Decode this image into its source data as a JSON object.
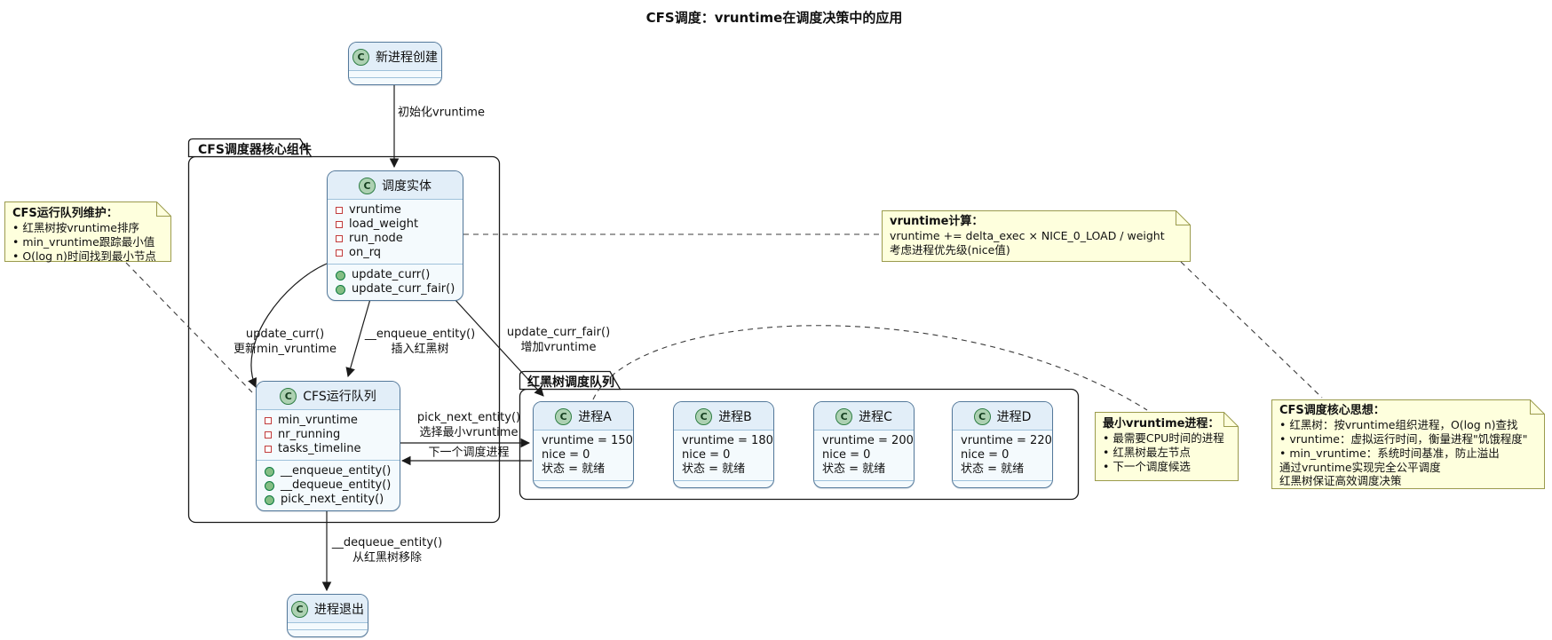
{
  "title": "CFS调度：vruntime在调度决策中的应用",
  "packages": {
    "core": {
      "label": "CFS调度器核心组件"
    },
    "rbtree": {
      "label": "红黑树调度队列"
    }
  },
  "classes": {
    "new_process": {
      "stereotype": "C",
      "name": "新进程创建"
    },
    "sched_entity": {
      "stereotype": "C",
      "name": "调度实体",
      "fields": [
        "vruntime",
        "load_weight",
        "run_node",
        "on_rq"
      ],
      "methods": [
        "update_curr()",
        "update_curr_fair()"
      ]
    },
    "cfs_runqueue": {
      "stereotype": "C",
      "name": "CFS运行队列",
      "fields": [
        "min_vruntime",
        "nr_running",
        "tasks_timeline"
      ],
      "methods": [
        "__enqueue_entity()",
        "__dequeue_entity()",
        "pick_next_entity()"
      ]
    },
    "process_exit": {
      "stereotype": "C",
      "name": "进程退出"
    }
  },
  "processes": [
    {
      "stereotype": "C",
      "name": "进程A",
      "lines": [
        "vruntime = 150",
        "nice = 0",
        "状态 = 就绪"
      ]
    },
    {
      "stereotype": "C",
      "name": "进程B",
      "lines": [
        "vruntime = 180",
        "nice = 0",
        "状态 = 就绪"
      ]
    },
    {
      "stereotype": "C",
      "name": "进程C",
      "lines": [
        "vruntime = 200",
        "nice = 0",
        "状态 = 就绪"
      ]
    },
    {
      "stereotype": "C",
      "name": "进程D",
      "lines": [
        "vruntime = 220",
        "nice = 0",
        "状态 = 就绪"
      ]
    }
  ],
  "edges": {
    "init": {
      "lines": [
        "初始化vruntime"
      ]
    },
    "update_curr": {
      "lines": [
        "update_curr()",
        "更新min_vruntime"
      ]
    },
    "enqueue": {
      "lines": [
        "__enqueue_entity()",
        "插入红黑树"
      ]
    },
    "update_curr_fair": {
      "lines": [
        "update_curr_fair()",
        "增加vruntime"
      ]
    },
    "pick_next": {
      "lines": [
        "pick_next_entity()",
        "选择最小vruntime"
      ]
    },
    "next_proc": {
      "lines": [
        "下一个调度进程"
      ]
    },
    "dequeue": {
      "lines": [
        "__dequeue_entity()",
        "从红黑树移除"
      ]
    }
  },
  "notes": {
    "rq_maintain": {
      "title": "CFS运行队列维护：",
      "lines": [
        "• 红黑树按vruntime排序",
        "• min_vruntime跟踪最小值",
        "• O(log n)时间找到最小节点"
      ]
    },
    "vruntime_calc": {
      "title": "vruntime计算：",
      "lines": [
        "vruntime += delta_exec × NICE_0_LOAD / weight",
        "考虑进程优先级(nice值)"
      ]
    },
    "min_vruntime": {
      "title": "最小vruntime进程：",
      "lines": [
        "• 最需要CPU时间的进程",
        "• 红黑树最左节点",
        "• 下一个调度候选"
      ]
    },
    "core_idea": {
      "title": "CFS调度核心思想：",
      "lines": [
        "• 红黑树：按vruntime组织进程，O(log n)查找",
        "• vruntime：虚拟运行时间，衡量进程\"饥饿程度\"",
        "• min_vruntime：系统时间基准，防止溢出",
        "通过vruntime实现完全公平调度",
        "红黑树保证高效调度决策"
      ]
    }
  },
  "palette": {
    "class_header_fill": "#E2EEF8",
    "class_body_fill": "#F4FAFD",
    "class_border": "#54799B",
    "stereotype_circle": "#ADD1B2",
    "field_icon": "#C13B3B",
    "method_icon": "#84BE84",
    "note_fill": "#FEFFDD",
    "note_border": "#9B9B4D",
    "package_border": "#1A1A1A",
    "edge_color": "#1A1A1A"
  }
}
